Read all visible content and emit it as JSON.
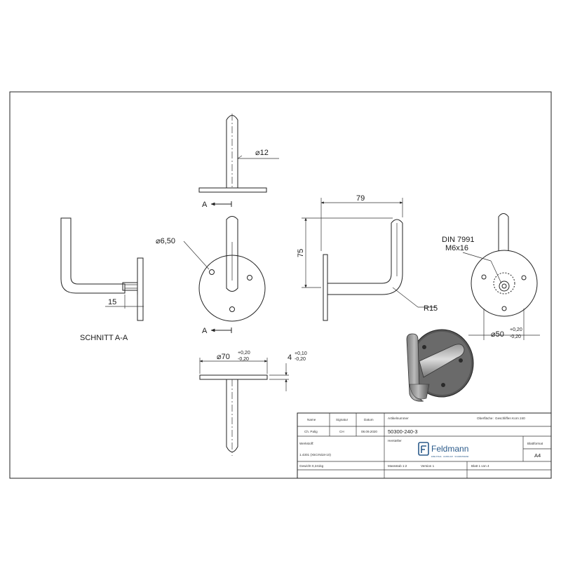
{
  "drawing": {
    "dim_diameter_bar": "⌀12",
    "dim_hole": "⌀6,50",
    "dim_width": "79",
    "dim_height": "75",
    "dim_radius": "R15",
    "dim_flange_dia": "⌀70",
    "dim_flange_tol_upper": "+0,20",
    "dim_flange_tol_lower": "-0,20",
    "dim_thickness": "4",
    "dim_thickness_tol_upper": "+0,10",
    "dim_thickness_tol_lower": "-0,20",
    "dim_bolt_circle": "⌀50",
    "dim_bolt_tol_upper": "+0,20",
    "dim_bolt_tol_lower": "-0,20",
    "dim_section_offset": "15",
    "section_marker_top": "A",
    "section_marker_bottom": "A",
    "section_title": "SCHNITT A-A",
    "din_standard": "DIN 7991",
    "screw_size": "M6x16"
  },
  "title_block": {
    "header_name": "Name",
    "header_signature": "Signatur",
    "header_date": "Datum",
    "name_value": "Ch. Palig",
    "signature_value": "CH",
    "date_value": "08.09.2020",
    "article_label": "Artikelnummer",
    "surface_label": "Oberfläche:",
    "surface_value": "Geschliffen Korn 240",
    "article_number": "50300-240-3",
    "material_label": "Werkstoff:",
    "material_value": "1.4301 (X5CrNi18-10)",
    "manufacturer_label": "Hersteller",
    "company_name": "Feldmann",
    "company_tagline": "EDELSTAHL · HANDLAUF · SCHWEISSEREI",
    "sheet_format_label": "Blattformat",
    "sheet_format_value": "A4",
    "weight": "Gewicht 0,241kg",
    "scale": "Massstab 1:2",
    "version": "Version 1",
    "sheet_number": "Blatt 1 von 4"
  },
  "colors": {
    "line": "#222222",
    "render_dark": "#4a4a4a",
    "render_light": "#bdbdbd",
    "brand_blue": "#2a5a8a"
  }
}
